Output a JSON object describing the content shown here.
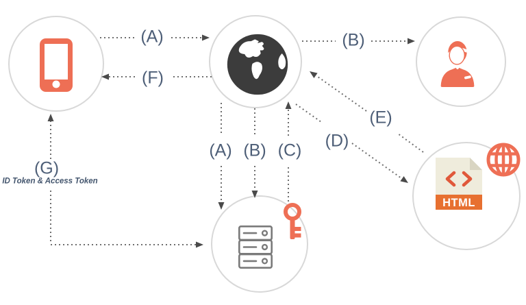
{
  "labels": {
    "step_a": "(A)",
    "step_b": "(B)",
    "step_c": "(C)",
    "step_d": "(D)",
    "step_e": "(E)",
    "step_f": "(F)",
    "step_g": "(G)",
    "g_caption": "ID Token & Access Token"
  },
  "html_file": {
    "banner": "HTML"
  },
  "nodes": [
    {
      "id": "mobile-app",
      "icon": "smartphone-icon"
    },
    {
      "id": "web-browser",
      "icon": "globe-icon"
    },
    {
      "id": "user",
      "icon": "person-icon"
    },
    {
      "id": "website",
      "icon": "html-file-icon",
      "badge_icon": "globe-wireframe-icon"
    },
    {
      "id": "authorization-server",
      "icon": "server-icon",
      "badge_icon": "key-icon"
    }
  ],
  "arrows": [
    {
      "label": "(A)",
      "from": "mobile-app",
      "to": "web-browser"
    },
    {
      "label": "(B)",
      "from": "web-browser",
      "to": "user"
    },
    {
      "label": "(F)",
      "from": "web-browser",
      "to": "mobile-app"
    },
    {
      "label": "(A)",
      "from": "web-browser",
      "to": "authorization-server"
    },
    {
      "label": "(B)",
      "from": "web-browser",
      "to": "authorization-server"
    },
    {
      "label": "(C)",
      "from": "authorization-server",
      "to": "web-browser"
    },
    {
      "label": "(D)",
      "from": "web-browser",
      "to": "website"
    },
    {
      "label": "(E)",
      "from": "website",
      "to": "web-browser"
    },
    {
      "label": "(G)",
      "from": "authorization-server",
      "to": "mobile-app",
      "caption": "ID Token & Access Token"
    }
  ],
  "colors": {
    "accent_coral": "#ee6f55",
    "html_banner_orange": "#e77030",
    "bracket_orange": "#e0583a",
    "document_beige": "#efecdc",
    "globe_charcoal": "#3c3c3c",
    "server_gray": "#7a7a7a",
    "circle_border": "#d8d8d8",
    "label_slate": "#4d5e77",
    "dotted_line_gray": "#6e6e6e",
    "arrowhead_gray": "#4a4a4a",
    "background": "#ffffff"
  }
}
